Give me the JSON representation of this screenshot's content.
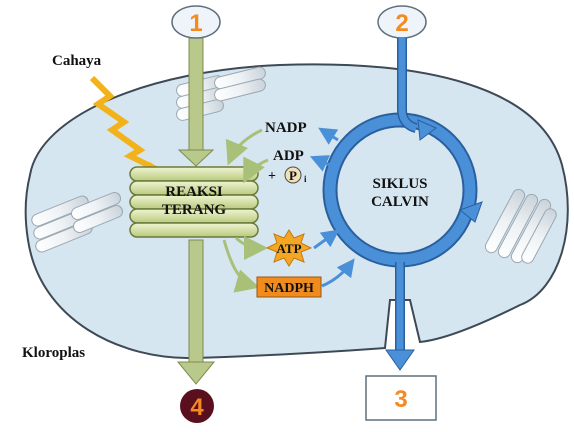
{
  "labels": {
    "light": "Cahaya",
    "light_reactions_line1": "REAKSI",
    "light_reactions_line2": "TERANG",
    "calvin_line1": "SIKLUS",
    "calvin_line2": "CALVIN",
    "nadp": "NADP",
    "adp": "ADP",
    "plus": "+",
    "phosphate_letter": "P",
    "phosphate_sub": "i",
    "atp": "ATP",
    "nadph": "NADPH",
    "organelle": "Kloroplas"
  },
  "markers": {
    "m1": "1",
    "m2": "2",
    "m3": "3",
    "m4": "4"
  },
  "colors": {
    "chloroplast_fill": "#d6e6f0",
    "chloroplast_stroke": "#3d4a55",
    "thylakoid_green": "#d8e4a8",
    "thylakoid_stroke": "#6b7a3a",
    "green_arrow": "#a8c078",
    "blue_cycle": "#4a90d9",
    "blue_dark": "#2a5f9e",
    "atp_star": "#f5a623",
    "nadph_box": "#f08c1e",
    "marker_orange": "#f58a1f",
    "marker_4_fill": "#5a0f1e",
    "lightning": "#f2b21b"
  }
}
